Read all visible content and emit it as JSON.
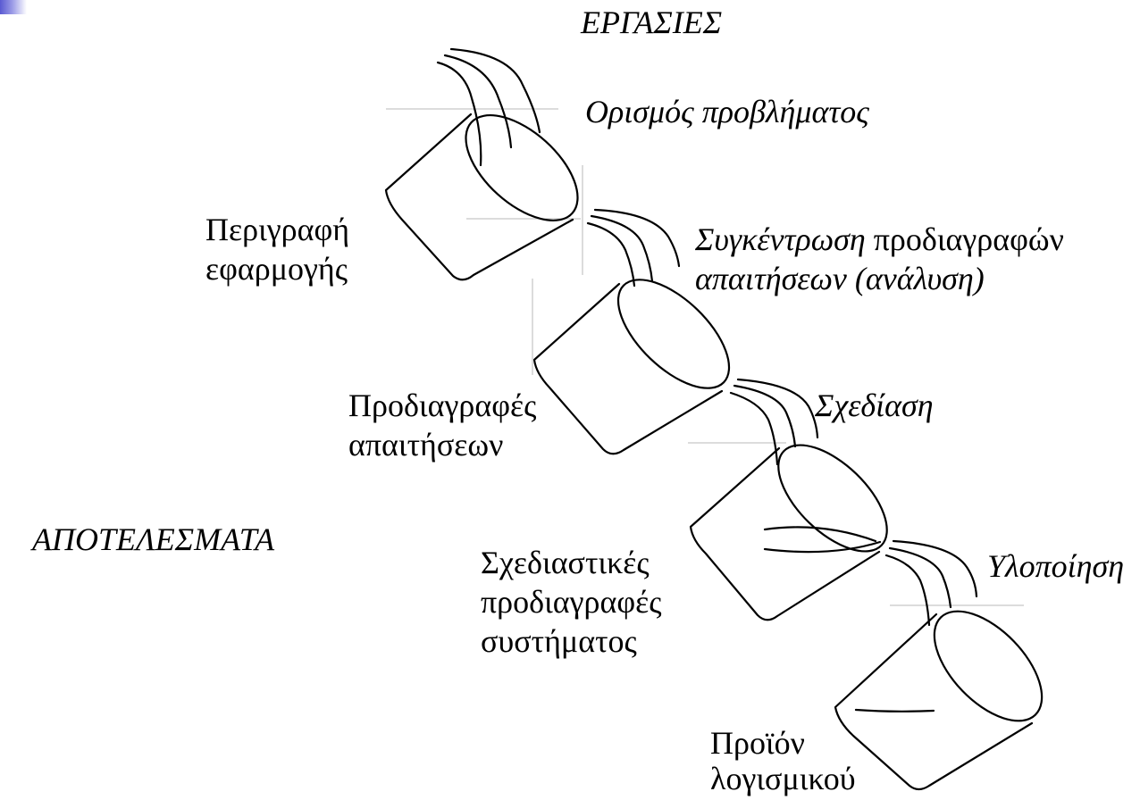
{
  "header_tasks": "ΕΡΓΑΣΙΕΣ",
  "header_results": "ΑΠΟΤΕΛΕΣΜΑΤΑ",
  "stages": [
    {
      "task": [
        "Ορισμός προβλήματος"
      ],
      "result": [
        "Περιγραφή",
        "εφαρμογής"
      ]
    },
    {
      "task_prefix": "Συγκέντρωση",
      "task_rest": " προδιαγραφών",
      "task_line2": "απαιτήσεων (ανάλυση)",
      "result": [
        "Προδιαγραφές",
        "απαιτήσεων"
      ]
    },
    {
      "task": [
        "Σχεδίαση"
      ],
      "result": [
        "Σχεδιαστικές",
        "προδιαγραφές",
        "συστήματος"
      ]
    },
    {
      "task": [
        "Υλοποίηση"
      ],
      "result": [
        "Προϊόν",
        "λογισμικού"
      ]
    }
  ],
  "colors": {
    "stroke": "#000000",
    "guide_line": "#c8c8c8",
    "accent": "#6a6ad8"
  }
}
